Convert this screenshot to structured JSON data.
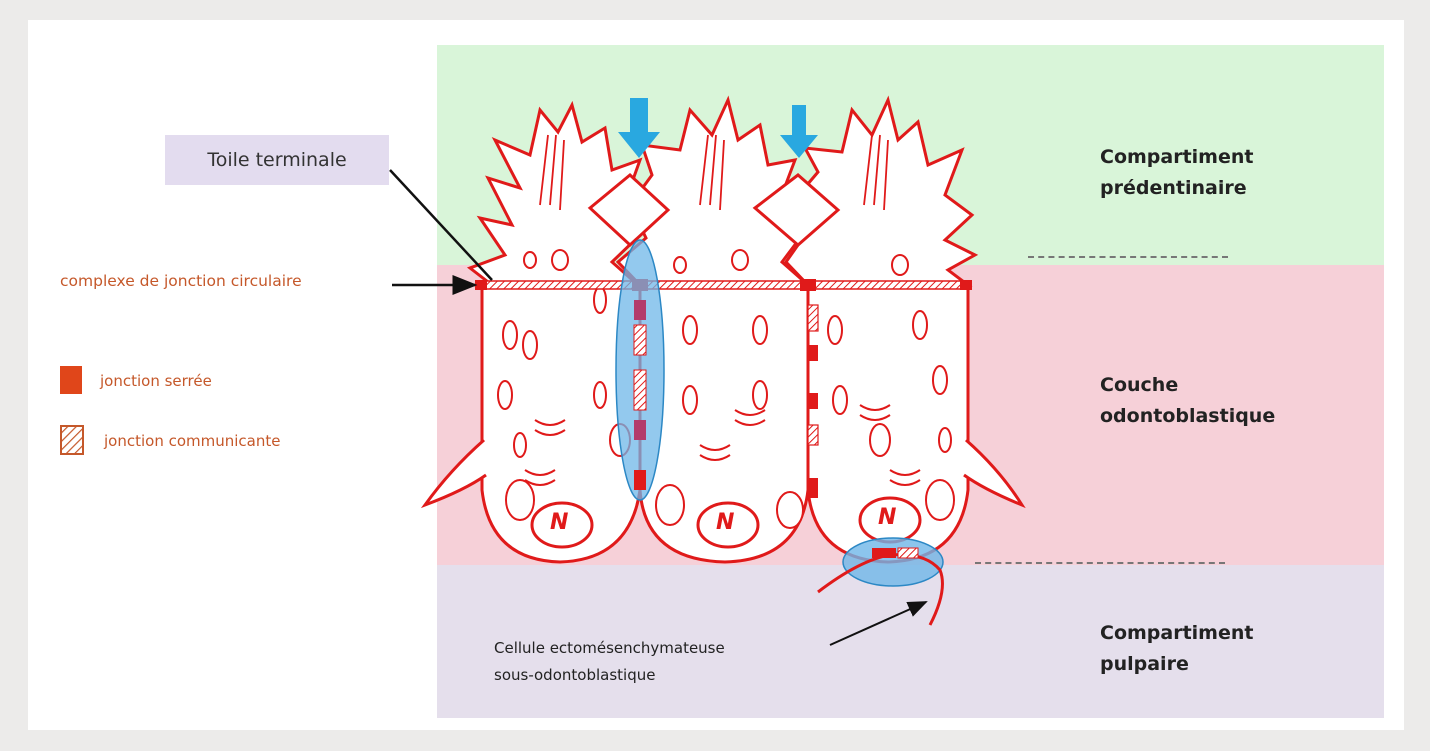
{
  "labels": {
    "toile_terminale": "Toile terminale",
    "complexe_jonction": "complexe de jonction circulaire",
    "cellule_line1": "Cellule ectomésenchymateuse",
    "cellule_line2": "sous-odontoblastique",
    "nucleus": "N"
  },
  "zones": [
    {
      "id": "predentin",
      "line1": "Compartiment",
      "line2": "prédentinaire",
      "color": "#d9f5d9"
    },
    {
      "id": "odonto",
      "line1": "Couche",
      "line2": "odontoblastique",
      "color": "#f6d0d8"
    },
    {
      "id": "pulp",
      "line1": "Compartiment",
      "line2": "pulpaire",
      "color": "#e5dfec"
    }
  ],
  "legend": [
    {
      "label": "jonction serrée",
      "swatch": "solid"
    },
    {
      "label": "jonction communicante",
      "swatch": "hatched"
    }
  ],
  "colors": {
    "cell_outline": "#e01a1a",
    "label_orange": "#c5582a",
    "arrow_blue": "#29a8e0",
    "highlight": "#6fb7e8"
  }
}
